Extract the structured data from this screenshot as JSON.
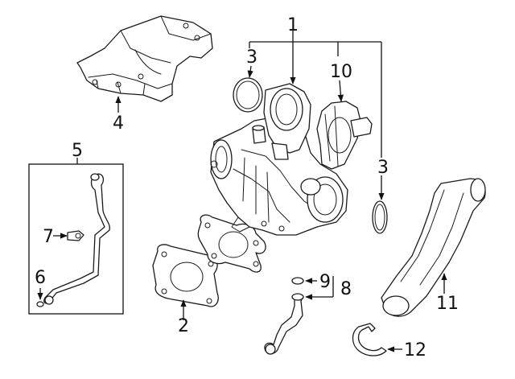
{
  "diagram": {
    "callouts": [
      {
        "id": "1",
        "label": "1"
      },
      {
        "id": "2",
        "label": "2"
      },
      {
        "id": "3a",
        "label": "3"
      },
      {
        "id": "3b",
        "label": "3"
      },
      {
        "id": "4",
        "label": "4"
      },
      {
        "id": "5",
        "label": "5"
      },
      {
        "id": "6",
        "label": "6"
      },
      {
        "id": "7",
        "label": "7"
      },
      {
        "id": "8",
        "label": "8"
      },
      {
        "id": "9",
        "label": "9"
      },
      {
        "id": "10",
        "label": "10"
      },
      {
        "id": "11",
        "label": "11"
      },
      {
        "id": "12",
        "label": "12"
      }
    ]
  }
}
